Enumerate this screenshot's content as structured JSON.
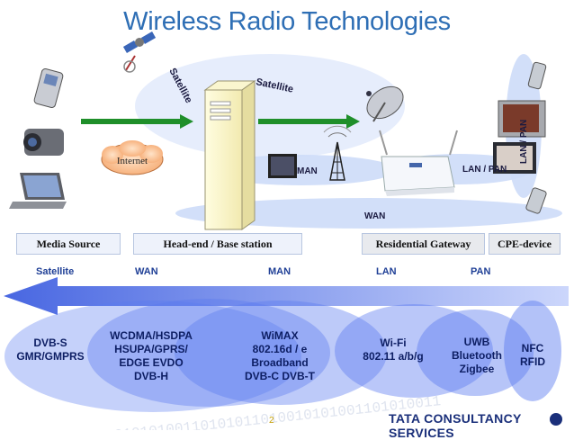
{
  "title": "Wireless Radio Technologies",
  "diagram_labels": {
    "satellite_diag": "Satellite",
    "satellite_arc": "Satellite",
    "internet": "Internet",
    "man": "MAN",
    "wan": "WAN",
    "lan_pan": "LAN / PAN",
    "lan_pan_vertical": "LAN / PAN"
  },
  "stages": [
    "Media Source",
    "Head-end / Base station",
    "Residential Gateway",
    "CPE-device"
  ],
  "bands": [
    "Satellite",
    "WAN",
    "MAN",
    "LAN",
    "PAN"
  ],
  "technologies": {
    "satellite": [
      "DVB-S",
      "GMR/GMPRS"
    ],
    "wan": [
      "WCDMA/HSDPA",
      "HSUPA/GPRS/",
      "EDGE EVDO",
      "DVB-H"
    ],
    "man": [
      "WiMAX",
      "802.16d / e",
      "Broadband",
      "DVB-C DVB-T"
    ],
    "lan": [
      "Wi-Fi",
      "802.11 a/b/g"
    ],
    "pan": [
      "UWB",
      "Bluetooth",
      "Zigbee"
    ],
    "nfc": [
      "NFC",
      "RFID"
    ]
  },
  "footer": {
    "page_number": "2",
    "company": "TATA CONSULTANCY SERVICES"
  },
  "binary_watermark": "0101010101101010100110101011010010101001101010011",
  "colors": {
    "title": "#2f6fb5",
    "ellipse_fill": "#5577ee",
    "arrow_fill": "#b9c8f7"
  }
}
